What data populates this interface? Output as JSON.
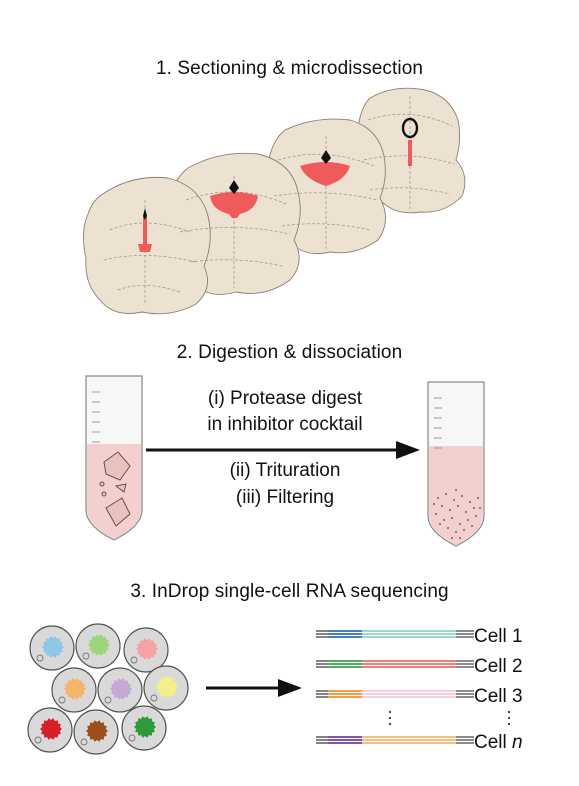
{
  "steps": {
    "step1": {
      "title": "1. Sectioning & microdissection"
    },
    "step2": {
      "title": "2. Digestion & dissociation",
      "arrow_top_line1": "(i) Protease digest",
      "arrow_top_line2": "in inhibitor cocktail",
      "arrow_bottom_line1": "(ii) Trituration",
      "arrow_bottom_line2": "(iii) Filtering"
    },
    "step3": {
      "title": "3. InDrop single-cell RNA sequencing",
      "cells": [
        {
          "label": "Cell 1",
          "barcode_color": "#2f6db5",
          "cdna_color": "#8fd3c4"
        },
        {
          "label": "Cell 2",
          "barcode_color": "#3aa04a",
          "cdna_color": "#e8706a"
        },
        {
          "label": "Cell 3",
          "barcode_color": "#f0922e",
          "cdna_color": "#f6c6dc"
        },
        {
          "label": "Cell ",
          "label_italic": "n",
          "barcode_color": "#6b3fa0",
          "cdna_color": "#f3b46a"
        }
      ],
      "droplet_colors": [
        "#8ec7e8",
        "#9fd47f",
        "#f4a3a3",
        "#f6b46a",
        "#c7a6d8",
        "#f3f08a",
        "#d62027",
        "#9b4f1d",
        "#2e9b3a"
      ]
    }
  },
  "colors": {
    "tissue": "#ede1d2",
    "dissection": "#ef5a5a",
    "tube_liquid": "#f3cfd0"
  }
}
